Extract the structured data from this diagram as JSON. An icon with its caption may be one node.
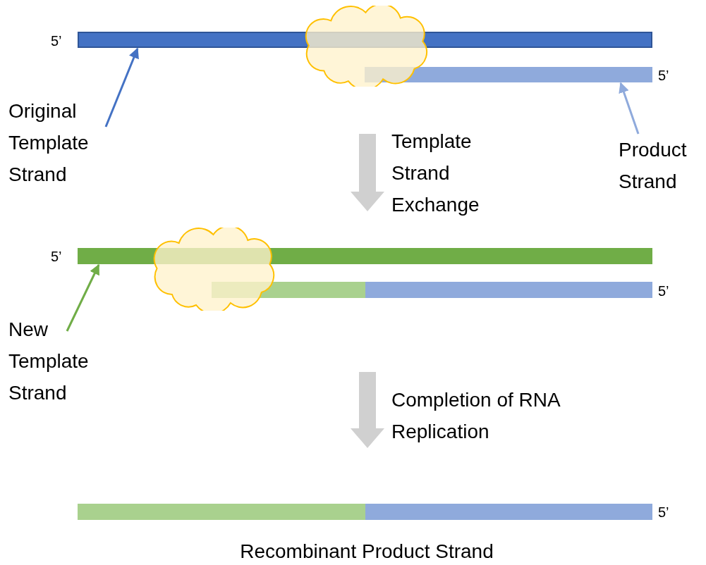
{
  "diagram": {
    "nodes": [
      {
        "text": [
          "Original Template Strand"
        ]
      },
      {
        "text": [],
        "shape": "bar"
      },
      {
        "text": [],
        "shape": "bar"
      },
      {
        "text": [],
        "shape": "cloud"
      },
      {
        "text": [
          "Product Strand"
        ]
      },
      {
        "text": [
          "New Template Strand"
        ]
      },
      {
        "text": [],
        "shape": "bar"
      },
      {
        "text": [],
        "shape": "bar"
      },
      {
        "text": [],
        "shape": "bar"
      },
      {
        "text": [],
        "shape": "cloud"
      },
      {
        "text": [],
        "shape": "bar"
      },
      {
        "text": [],
        "shape": "bar"
      }
    ],
    "edges": [
      {
        "from": 0,
        "to": 1,
        "arrow": "to",
        "color": "#4472c4"
      },
      {
        "from": 4,
        "to": 2,
        "arrow": "to",
        "color": "#8faadc"
      },
      {
        "from": 5,
        "to": 6,
        "arrow": "to",
        "color": "#70ad47"
      }
    ],
    "labels": [
      "5’",
      "5’",
      "Template Strand Exchange",
      "5’",
      "5’",
      "Completion of RNA Replication",
      "5’",
      "Recombinant Product Strand"
    ]
  }
}
